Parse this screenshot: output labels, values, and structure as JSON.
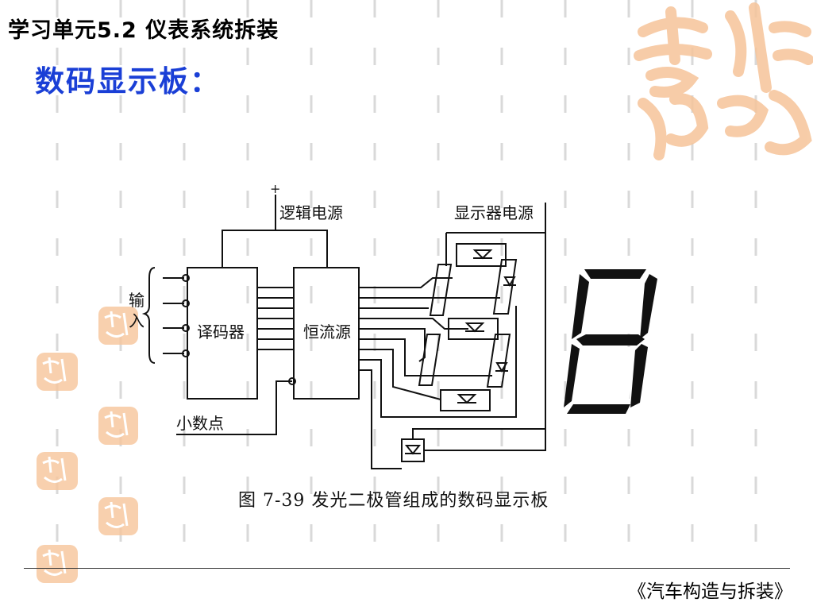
{
  "header": {
    "unit_title": "学习单元5.2 仪表系统拆装",
    "slide_title": "数码显示板："
  },
  "diagram": {
    "logic_power": "逻辑电源",
    "plus": "+",
    "display_power": "显示器电源",
    "input_char1": "输",
    "input_char2": "入",
    "decoder": "译码器",
    "current_source": "恒流源",
    "decimal_point": "小数点",
    "caption": "图 7-39   发光二极管组成的数码显示板"
  },
  "footer": {
    "book_title": "《汽车构造与拆装》"
  },
  "colors": {
    "title_blue": "#1a3fd6",
    "seal_orange": "#f2a35c"
  }
}
